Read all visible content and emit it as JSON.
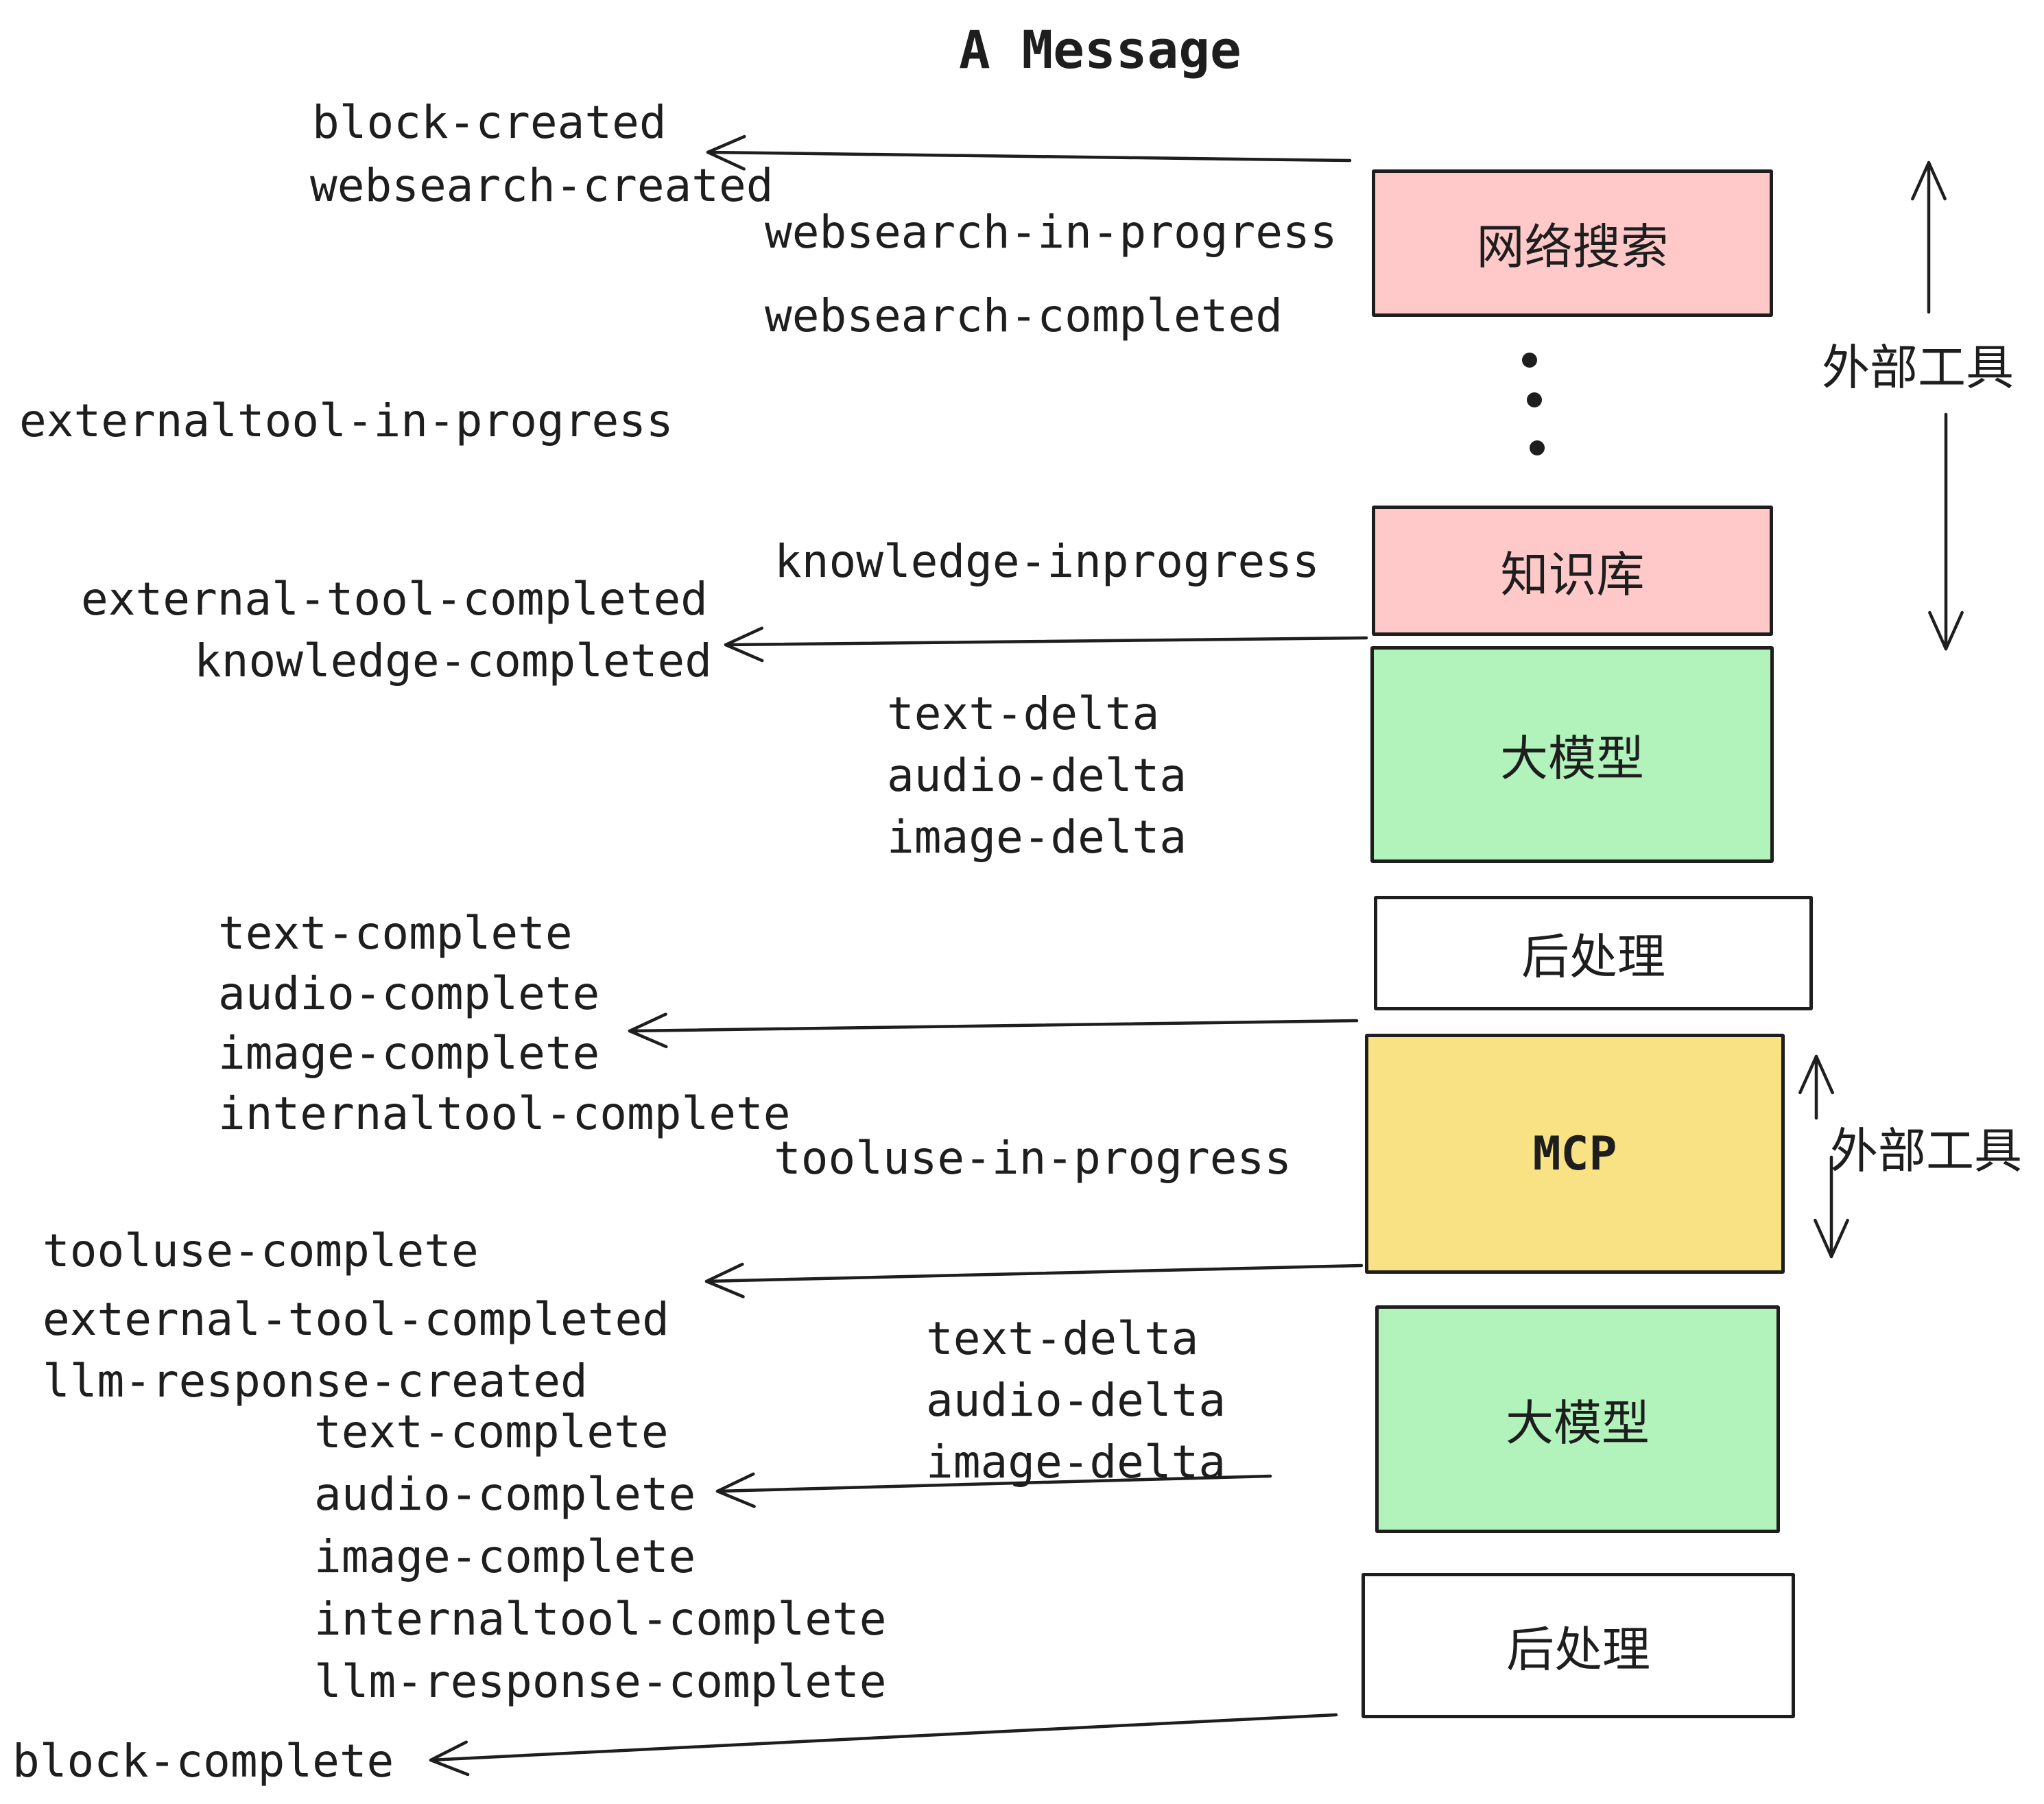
{
  "title": "A Message",
  "colors": {
    "pink": "#ffc9c9",
    "green": "#b2f2bb",
    "yellow": "#f8e283",
    "white": "#ffffff",
    "ink": "#1e1e1e"
  },
  "boxes": {
    "websearch": "网络搜索",
    "knowledge": "知识库",
    "llm_1": "大模型",
    "post_1": "后处理",
    "mcp": "MCP",
    "llm_2": "大模型",
    "post_2": "后处理"
  },
  "side_labels": {
    "external_tool_top": "外部工具",
    "external_tool_mid": "外部工具"
  },
  "events": {
    "block_created": "block-created",
    "websearch_created": "websearch-created",
    "websearch_in_progress": "websearch-in-progress",
    "websearch_completed": "websearch-completed",
    "externaltool_in_progress": "externaltool-in-progress",
    "knowledge_inprogress": "knowledge-inprogress",
    "external_tool_completed_1": "external-tool-completed",
    "knowledge_completed": "knowledge-completed",
    "text_delta_1": "text-delta",
    "audio_delta_1": "audio-delta",
    "image_delta_1": "image-delta",
    "text_complete_1": "text-complete",
    "audio_complete_1": "audio-complete",
    "image_complete_1": "image-complete",
    "internaltool_complete_1": "internaltool-complete",
    "tooluse_in_progress": "tooluse-in-progress",
    "tooluse_complete": "tooluse-complete",
    "external_tool_completed_2": "external-tool-completed",
    "llm_response_created": "llm-response-created",
    "text_complete_2": "text-complete",
    "audio_complete_2": "audio-complete",
    "image_complete_2": "image-complete",
    "internaltool_complete_2": "internaltool-complete",
    "llm_response_complete": "llm-response-complete",
    "block_complete": "block-complete",
    "text_delta_2": "text-delta",
    "audio_delta_2": "audio-delta",
    "image_delta_2": "image-delta"
  }
}
